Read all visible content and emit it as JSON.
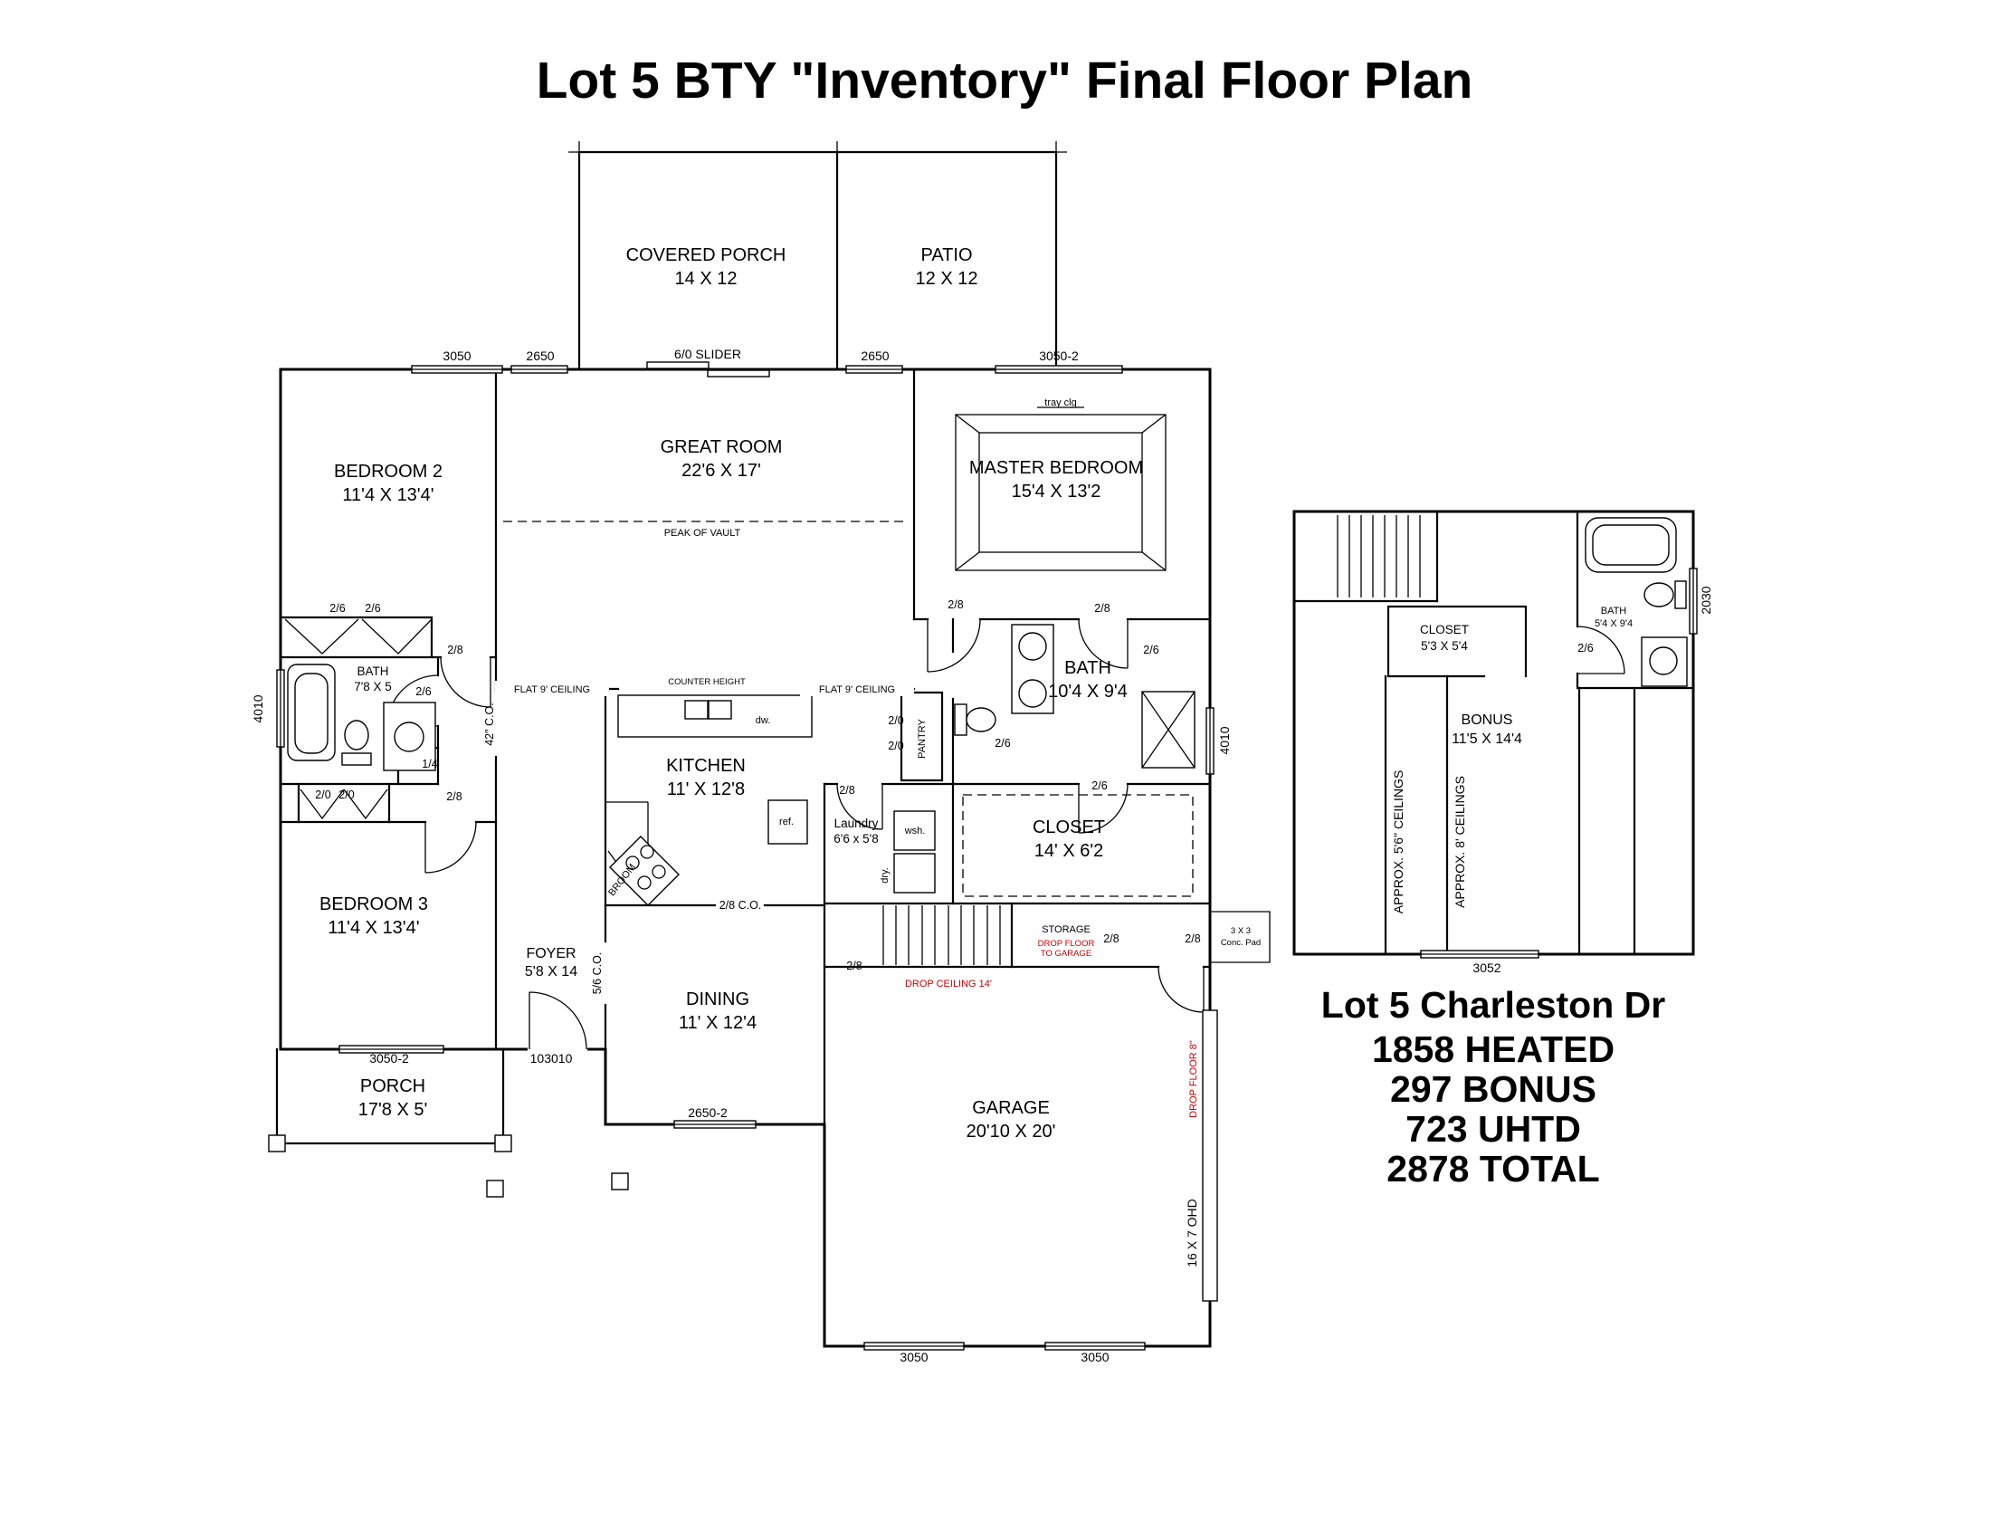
{
  "title": "Lot 5 BTY \"Inventory\" Final Floor Plan",
  "rooms": {
    "covered_porch": {
      "name": "COVERED PORCH",
      "dims": "14 X 12"
    },
    "patio": {
      "name": "PATIO",
      "dims": "12 X 12"
    },
    "bedroom2": {
      "name": "BEDROOM 2",
      "dims": "11'4 X 13'4'"
    },
    "great_room": {
      "name": "GREAT ROOM",
      "dims": "22'6 X 17'"
    },
    "master_bedroom": {
      "name": "MASTER BEDROOM",
      "dims": "15'4 X 13'2"
    },
    "bath_hall": {
      "name": "BATH",
      "dims": "7'8 X 5"
    },
    "kitchen": {
      "name": "KITCHEN",
      "dims": "11' X 12'8"
    },
    "master_bath": {
      "name": "BATH",
      "dims": "10'4 X 9'4"
    },
    "bedroom3": {
      "name": "BEDROOM 3",
      "dims": "11'4 X 13'4'"
    },
    "foyer": {
      "name": "FOYER",
      "dims": "5'8 X 14"
    },
    "dining": {
      "name": "DINING",
      "dims": "11' X 12'4"
    },
    "master_closet": {
      "name": "CLOSET",
      "dims": "14' X 6'2"
    },
    "laundry": {
      "name": "Laundry",
      "dims": "6'6 x 5'8"
    },
    "porch": {
      "name": "PORCH",
      "dims": "17'8 X 5'"
    },
    "garage": {
      "name": "GARAGE",
      "dims": "20'10 X 20'"
    },
    "storage": {
      "name": "STORAGE"
    },
    "bonus": {
      "name": "BONUS",
      "dims": "11'5 X 14'4"
    },
    "upstairs_closet": {
      "name": "CLOSET",
      "dims": "5'3 X 5'4"
    },
    "upstairs_bath": {
      "name": "BATH",
      "dims": "5'4 X 9'4"
    }
  },
  "annotations": {
    "tray_clg": "tray clg",
    "peak_of_vault": "PEAK OF VAULT",
    "flat_ceiling_left": "FLAT 9' CEILING",
    "flat_ceiling_right": "FLAT 9' CEILING",
    "counter_height": "COUNTER HEIGHT",
    "dw": "dw.",
    "ref": "ref.",
    "wsh": "wsh.",
    "dry": "dry.",
    "pantry": "PANTRY",
    "broom": "BROOM",
    "storage_drop_1": "DROP FLOOR",
    "storage_drop_2": "TO GARAGE",
    "drop_ceiling": "DROP CEILING 14'",
    "drop_floor": "DROP FLOOR 8\"",
    "ohd": "16 X 7 OHD",
    "conc_pad_1": "3 X 3",
    "conc_pad_2": "Conc. Pad",
    "ceilings_56": "APPROX. 5'6\" CEILINGS",
    "ceilings_8": "APPROX. 8' CEILINGS"
  },
  "dims": {
    "top_1": "3050",
    "top_2": "2650",
    "top_3": "6/0 SLIDER",
    "top_4": "2650",
    "top_5": "3050-2",
    "left_1": "4010",
    "right_1": "4010",
    "bottom_1": "3050-2",
    "bottom_2": "103010",
    "bottom_3": "2650-2",
    "garage_1": "3050",
    "garage_2": "3050",
    "upstairs_bottom": "3052",
    "upstairs_right": "2030",
    "co_42": "42\" C.O.",
    "co_56": "5/6 C.O.",
    "co_28": "2/8 C.O."
  },
  "doors": {
    "d1": "2/6",
    "d2": "2/6",
    "d3": "2/8",
    "d4": "2/6",
    "d5": "1/4",
    "d6": "2/0",
    "d7": "2/0",
    "d8": "2/8",
    "d9": "2/8",
    "d10": "2/8",
    "d11": "2/6",
    "d12": "2/0",
    "d13": "2/0",
    "d14": "2/6",
    "d15": "2/8",
    "d16": "2/6",
    "d17": "2/8",
    "d18": "2/8",
    "d19": "2/8",
    "d20": "2/6"
  },
  "summary": {
    "line1": "Lot 5 Charleston Dr",
    "line2": "1858 HEATED",
    "line3": "297 BONUS",
    "line4": "723 UHTD",
    "line5": "2878 TOTAL"
  }
}
